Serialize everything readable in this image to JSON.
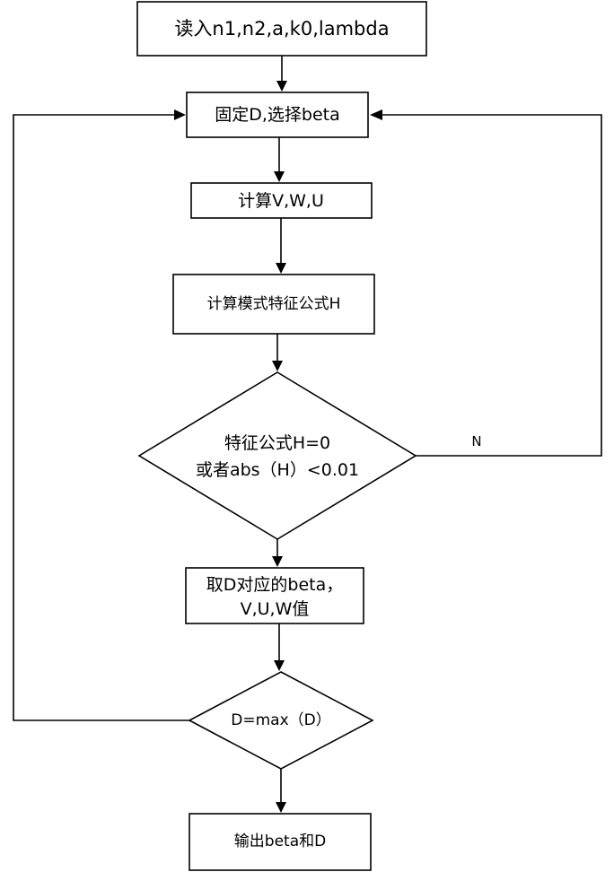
{
  "nodes": {
    "read_input": "读入n1,n2,a,k0,lambda",
    "fix_d": "固定D,选择beta",
    "compute_vwu": "计算V,W,U",
    "compute_mode": "计算模式特征公式H",
    "check_line1": "特征公式H=0",
    "check_line2": "或者abs（H）<0.01",
    "take_line1": "取D对应的beta，",
    "take_line2": "V,U,W值",
    "d_max": "D=max（D）",
    "output": "输出beta和D"
  },
  "edge_labels": {
    "no": "N"
  }
}
